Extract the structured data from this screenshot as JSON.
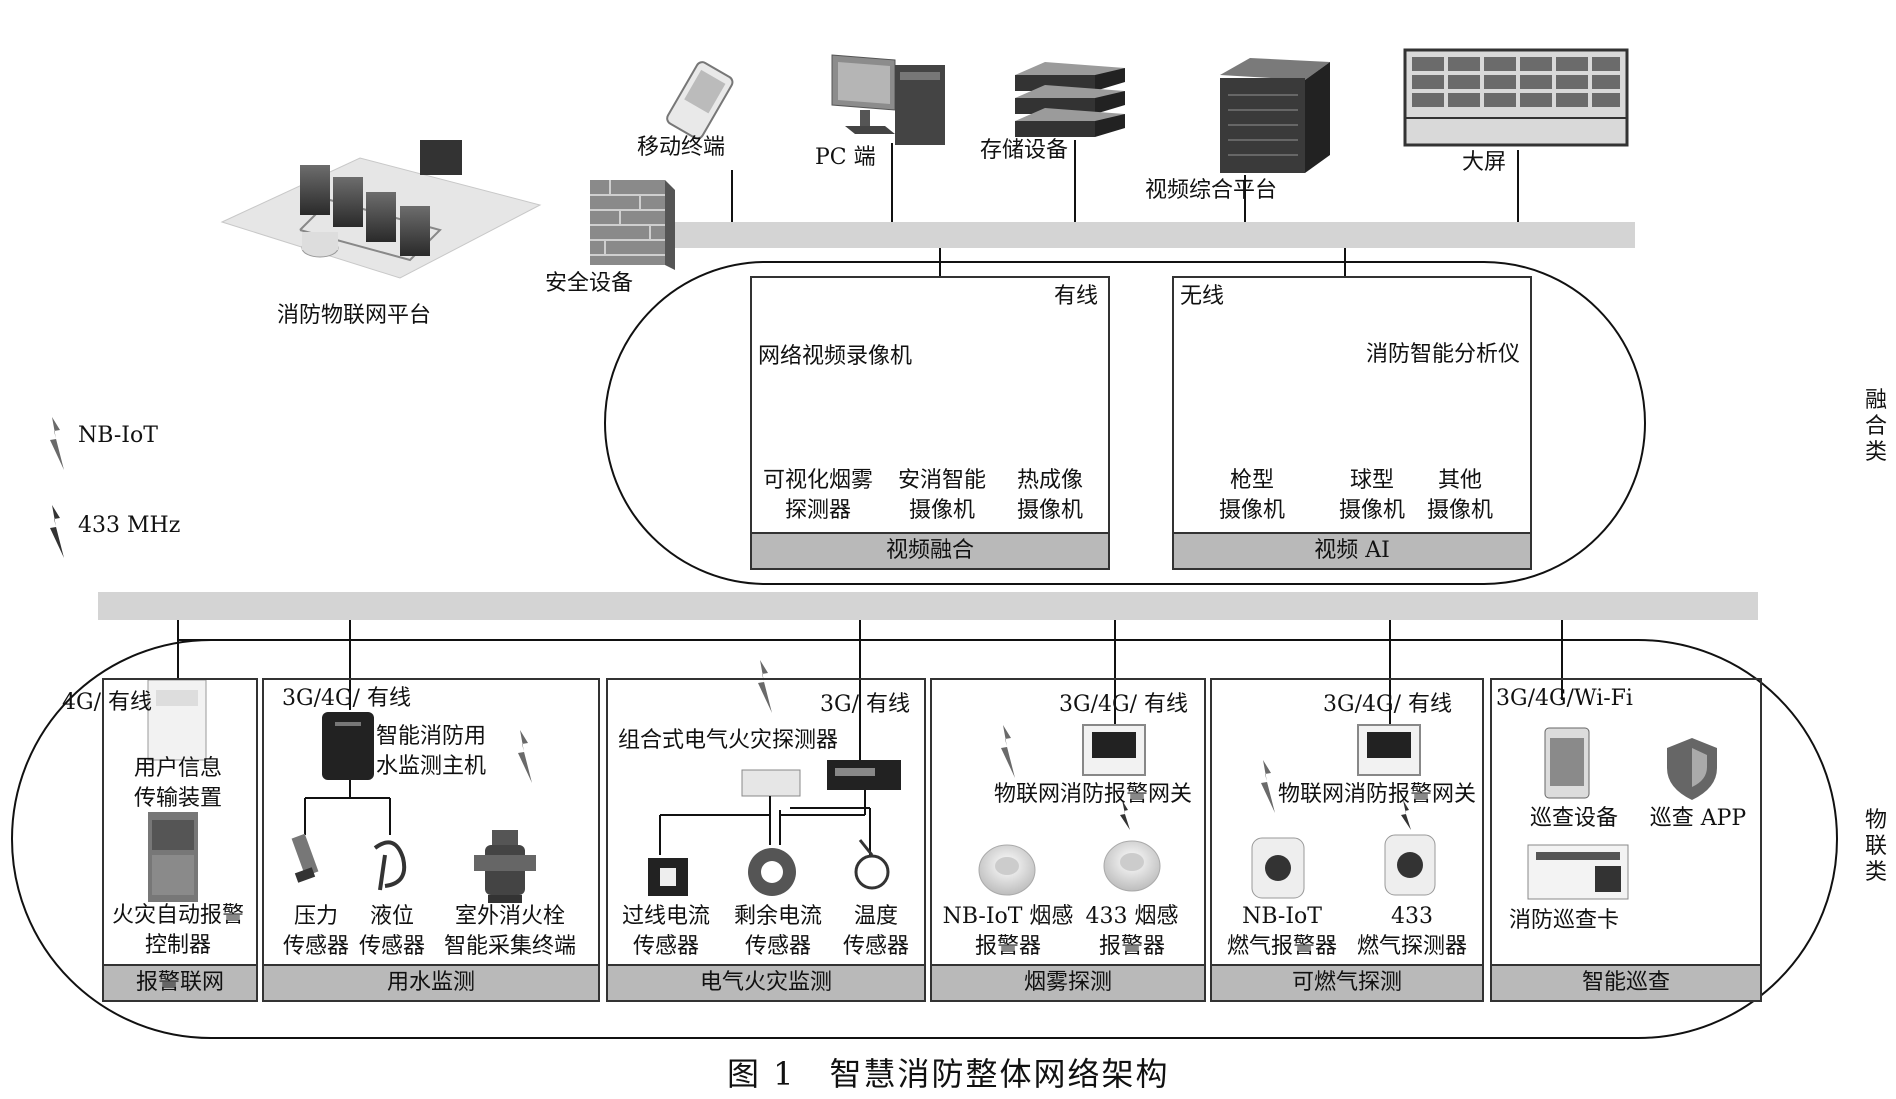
{
  "top": {
    "mobile": "移动终端",
    "pc": "PC 端",
    "storage": "存储设备",
    "video_platform": "视频综合平台",
    "big_screen": "大屏",
    "security": "安全设备",
    "iot_platform": "消防物联网平台"
  },
  "legend": {
    "nbiot": "NB-IoT",
    "mhz433": "433 MHz"
  },
  "side": {
    "fusion": "融合类",
    "iot": "物联类"
  },
  "video_fusion": {
    "conn": "有线",
    "recorder": "网络视频录像机",
    "dev1": [
      "可视化烟雾",
      "探测器"
    ],
    "dev2": [
      "安消智能",
      "摄像机"
    ],
    "dev3": [
      "热成像",
      "摄像机"
    ],
    "footer": "视频融合"
  },
  "video_ai": {
    "conn": "无线",
    "analyzer": "消防智能分析仪",
    "dev1": [
      "枪型",
      "摄像机"
    ],
    "dev2": [
      "球型",
      "摄像机"
    ],
    "dev3": [
      "其他",
      "摄像机"
    ],
    "footer": "视频 AI"
  },
  "alarm": {
    "conn": "4G/ 有线",
    "dev1": [
      "用户信息",
      "传输装置"
    ],
    "dev2": [
      "火灾自动报警",
      "控制器"
    ],
    "footer": "报警联网"
  },
  "water": {
    "conn": "3G/4G/ 有线",
    "host": [
      "智能消防用",
      "水监测主机"
    ],
    "dev1": [
      "压力",
      "传感器"
    ],
    "dev2": [
      "液位",
      "传感器"
    ],
    "dev3": [
      "室外消火栓",
      "智能采集终端"
    ],
    "footer": "用水监测"
  },
  "electric": {
    "conn": "3G/ 有线",
    "host": "组合式电气火灾探测器",
    "dev1": [
      "过线电流",
      "传感器"
    ],
    "dev2": [
      "剩余电流",
      "传感器"
    ],
    "dev3": [
      "温度",
      "传感器"
    ],
    "footer": "电气火灾监测"
  },
  "smoke": {
    "conn": "3G/4G/ 有线",
    "gateway": "物联网消防报警网关",
    "dev1": [
      "NB-IoT 烟感",
      "报警器"
    ],
    "dev2": [
      "433 烟感",
      "报警器"
    ],
    "footer": "烟雾探测"
  },
  "gas": {
    "conn": "3G/4G/ 有线",
    "gateway": "物联网消防报警网关",
    "dev1": [
      "NB-IoT",
      "燃气报警器"
    ],
    "dev2": [
      "433",
      "燃气探测器"
    ],
    "footer": "可燃气探测"
  },
  "patrol": {
    "conn": "3G/4G/Wi-Fi",
    "dev1": "巡查设备",
    "dev2": "巡查 APP",
    "dev3": "消防巡查卡",
    "footer": "智能巡查"
  },
  "caption": "图 1　智慧消防整体网络架构"
}
